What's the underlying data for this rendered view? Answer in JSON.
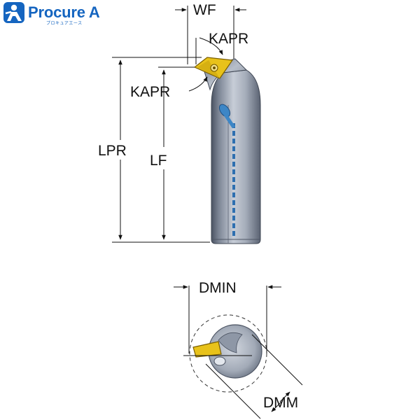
{
  "logo": {
    "text": "Procure A",
    "subtext": "プロキュアエース",
    "color": "#1565c0"
  },
  "dimensions": {
    "wf": "WF",
    "kapr_top": "KAPR",
    "kapr_side": "KAPR",
    "lpr": "LPR",
    "lf": "LF",
    "dmin": "DMIN",
    "dmm": "DMM"
  },
  "colors": {
    "shank": "#9aa3b3",
    "shank_dark": "#5f6878",
    "coolant": "#3d86c6",
    "insert": "#e8c21a",
    "insert_dark": "#8a6d00"
  }
}
